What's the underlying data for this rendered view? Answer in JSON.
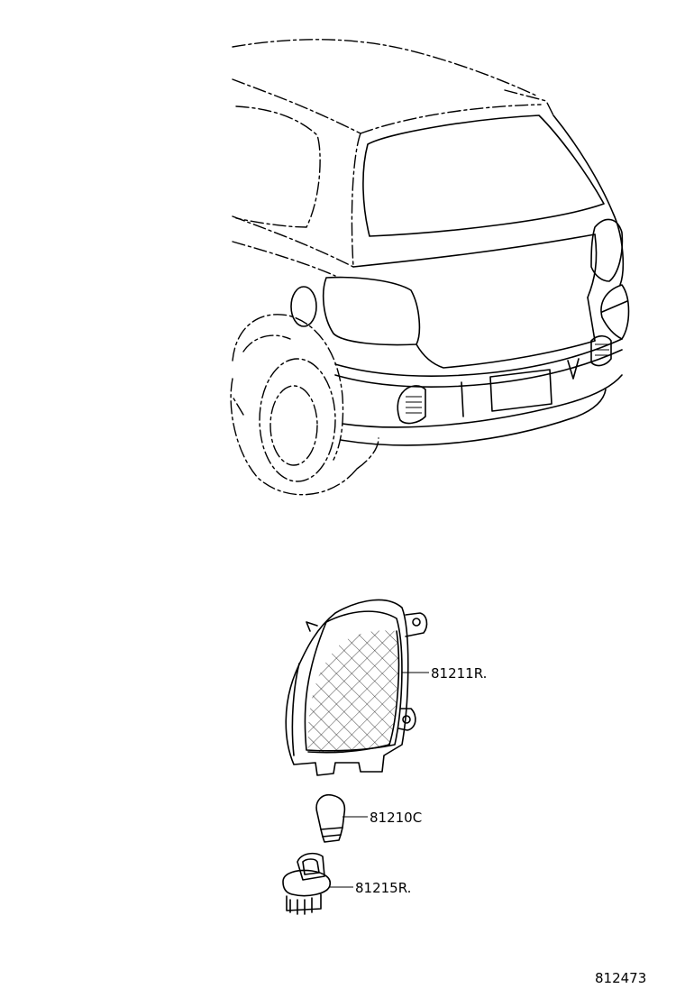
{
  "parts": [
    {
      "number": "81211R",
      "suffix": "."
    },
    {
      "number": "81210C",
      "suffix": ""
    },
    {
      "number": "81215R",
      "suffix": "."
    }
  ],
  "diagram_id": "812473"
}
